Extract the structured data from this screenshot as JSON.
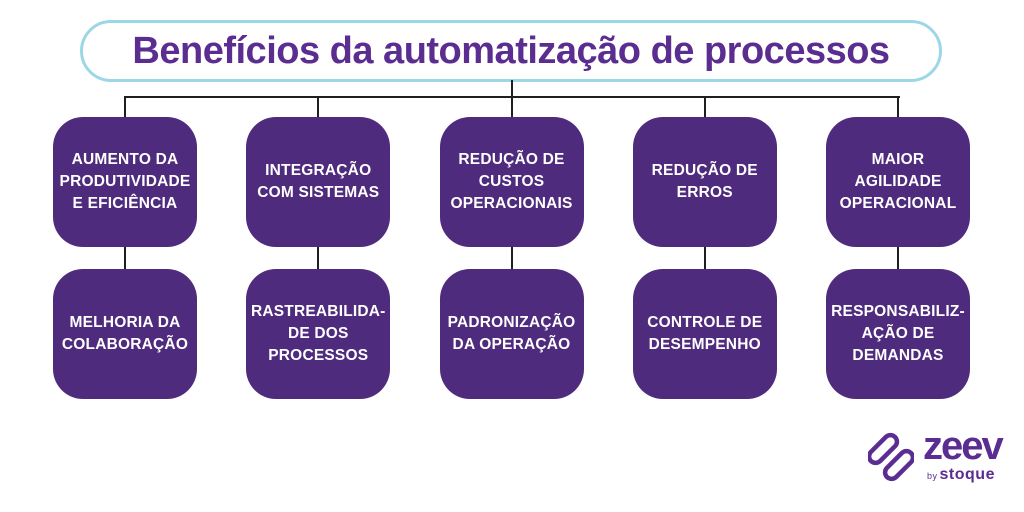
{
  "title": {
    "text": "Benefícios da automatização de processos"
  },
  "colors": {
    "box_purple": "#4F2B7D",
    "title_purple": "#5B2D90",
    "title_border_blue": "#9BD7E7",
    "connector_line": "#1F1F1F",
    "box_text": "#FFFFFF",
    "logo_purple": "#5B2C91",
    "background": "#FFFFFF"
  },
  "tree": {
    "columns": [
      {
        "top": "AUMENTO DA\nPRODUTIVIDADE\nE EFICIÊNCIA",
        "bottom": "MELHORIA DA\nCOLABORAÇÃO"
      },
      {
        "top": "INTEGRAÇÃO\nCOM SISTEMAS",
        "bottom": "RASTREABILIDA-\nDE DOS\nPROCESSOS"
      },
      {
        "top": "REDUÇÃO DE\nCUSTOS\nOPERACIONAIS",
        "bottom": "PADRONIZAÇÃO\nDA OPERAÇÃO"
      },
      {
        "top": "REDUÇÃO DE\nERROS",
        "bottom": "CONTROLE DE\nDESEMPENHO"
      },
      {
        "top": "MAIOR\nAGILIDADE\nOPERACIONAL",
        "bottom": "RESPONSABILIZ-\nAÇÃO DE\nDEMANDAS"
      }
    ]
  },
  "logo": {
    "brand": "zeev",
    "byline_prefix": "by",
    "byline_company": "stoque",
    "icon": "zeev-zigzag-icon"
  }
}
